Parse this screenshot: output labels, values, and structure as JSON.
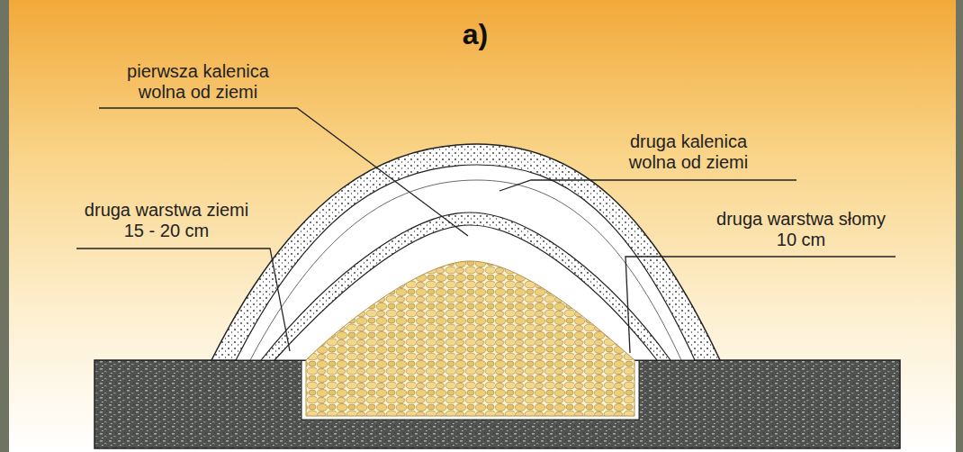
{
  "diagram": {
    "labels": [
      "a)",
      "pierwsza kalenica wolna od ziemi",
      "druga kalenica wolna od ziemi",
      "druga warstwa ziemi 15 - 20 cm",
      "druga warstwa słomy 10 cm"
    ]
  }
}
